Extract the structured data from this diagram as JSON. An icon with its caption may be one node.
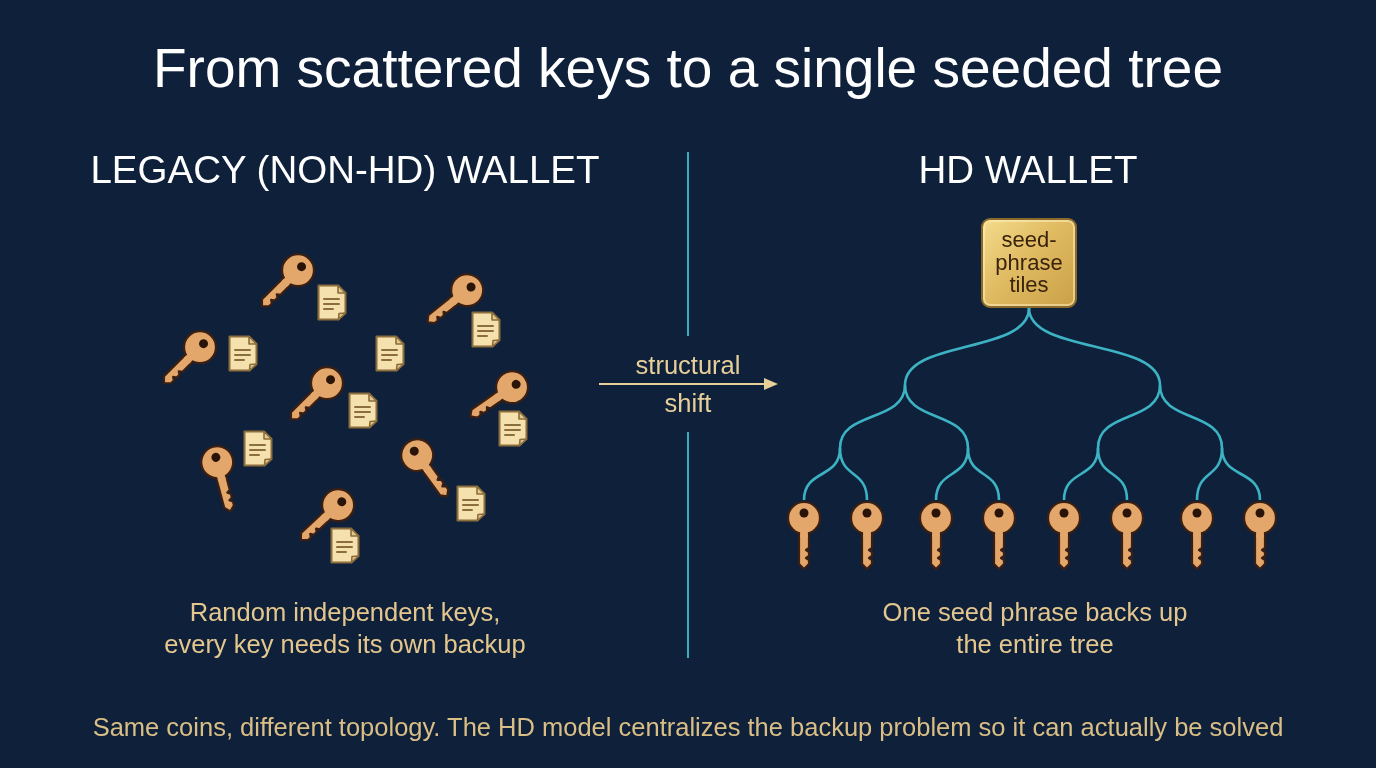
{
  "diagram": {
    "title": "From scattered keys to a single seeded tree",
    "nodes": [
      {
        "text": [
          "seed-phrase tiles"
        ]
      },
      {
        "text": [],
        "shape": "picture"
      },
      {
        "text": [],
        "shape": "picture"
      },
      {
        "text": [],
        "shape": "picture"
      },
      {
        "text": [],
        "shape": "picture"
      },
      {
        "text": [],
        "shape": "picture"
      },
      {
        "text": [],
        "shape": "picture"
      },
      {
        "text": [],
        "shape": "picture"
      },
      {
        "text": [],
        "shape": "picture"
      }
    ],
    "edges": [
      {
        "from": 0,
        "to": 1,
        "arrow": "none"
      },
      {
        "from": 0,
        "to": 2,
        "arrow": "none"
      },
      {
        "from": 0,
        "to": 3,
        "arrow": "none"
      },
      {
        "from": 0,
        "to": 4,
        "arrow": "none"
      },
      {
        "from": 0,
        "to": 5,
        "arrow": "none"
      },
      {
        "from": 0,
        "to": 6,
        "arrow": "none"
      },
      {
        "from": 0,
        "to": 7,
        "arrow": "none"
      },
      {
        "from": 0,
        "to": 8,
        "arrow": "none"
      }
    ],
    "labels": [
      "LEGACY (NON-HD) WALLET",
      "HD WALLET",
      "structural",
      "shift",
      "Random independent keys, every key needs its own backup",
      "One seed phrase backs up the entire tree"
    ],
    "caption": "Same coins, different topology. The HD model centralizes the backup problem so it can actually be solved"
  }
}
